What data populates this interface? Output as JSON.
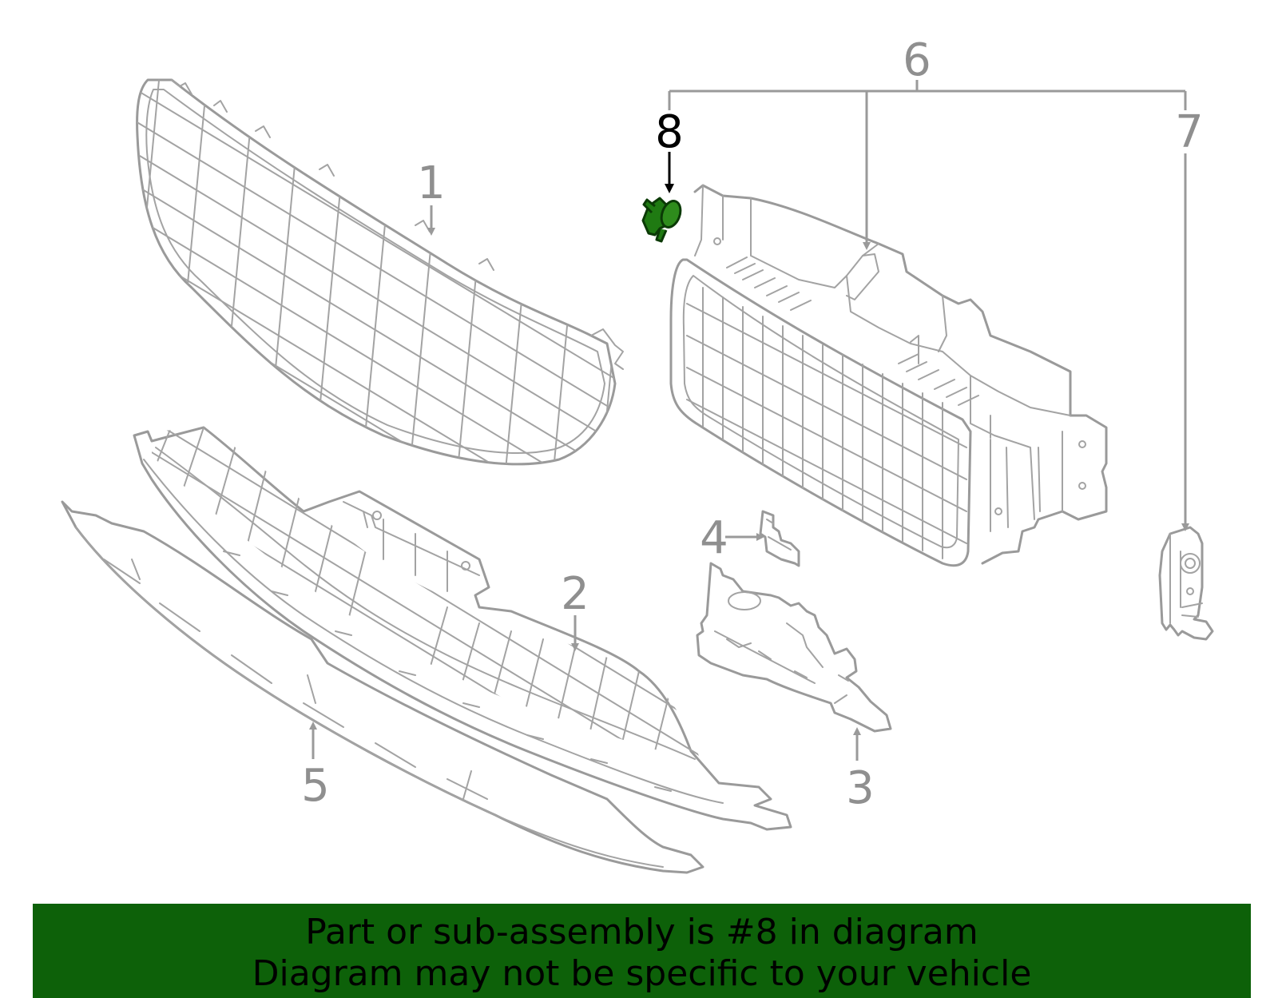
{
  "diagram": {
    "callouts": {
      "c1": "1",
      "c2": "2",
      "c3": "3",
      "c4": "4",
      "c5": "5",
      "c6": "6",
      "c7": "7",
      "c8": "8"
    },
    "highlighted_part": "8",
    "colors": {
      "line_art": "#9a9a9a",
      "highlight_fill": "#1f7a12",
      "highlight_text": "#000000",
      "banner_bg": "#0d6109"
    }
  },
  "banner": {
    "line1": "Part or sub-assembly is #8 in diagram",
    "line2": "Diagram may not be specific to your vehicle"
  }
}
